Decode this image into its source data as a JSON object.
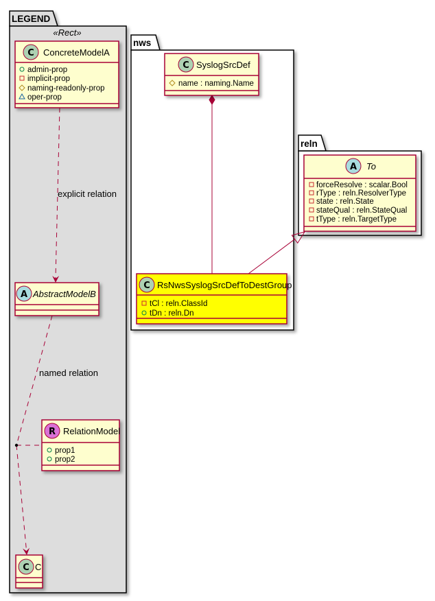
{
  "diagram": {
    "type": "uml-class-diagram"
  },
  "packages": {
    "legend": {
      "name": "LEGEND",
      "stereotype": "«Rect»"
    },
    "nws": {
      "name": "nws"
    },
    "reln": {
      "name": "reln"
    }
  },
  "classes": {
    "concrete_model_a": {
      "kind": "C",
      "name": "ConcreteModelA",
      "abstract": false,
      "attributes": [
        {
          "visibility": "public",
          "icon": "public-circle-icon",
          "text": "admin-prop"
        },
        {
          "visibility": "private",
          "icon": "private-square-icon",
          "text": "implicit-prop"
        },
        {
          "visibility": "protected",
          "icon": "protected-diamond-icon",
          "text": "naming-readonly-prop"
        },
        {
          "visibility": "package",
          "icon": "package-triangle-icon",
          "text": "oper-prop"
        }
      ]
    },
    "abstract_model_b": {
      "kind": "A",
      "name": "AbstractModelB",
      "abstract": true,
      "attributes": []
    },
    "relation_model": {
      "kind": "R",
      "name": "RelationModel",
      "abstract": false,
      "attributes": [
        {
          "visibility": "public",
          "icon": "public-circle-icon",
          "text": "prop1"
        },
        {
          "visibility": "public",
          "icon": "public-circle-icon",
          "text": "prop2"
        }
      ]
    },
    "c": {
      "kind": "C",
      "name": "C",
      "abstract": false,
      "attributes": []
    },
    "syslog_src_def": {
      "kind": "C",
      "name": "SyslogSrcDef",
      "abstract": false,
      "attributes": [
        {
          "visibility": "protected",
          "icon": "protected-diamond-icon",
          "text": "name : naming.Name"
        }
      ]
    },
    "to": {
      "kind": "A",
      "name": "To",
      "abstract": true,
      "attributes": [
        {
          "visibility": "private",
          "icon": "private-square-icon",
          "text": "forceResolve : scalar.Bool"
        },
        {
          "visibility": "private",
          "icon": "private-square-icon",
          "text": "rType : reln.ResolverType"
        },
        {
          "visibility": "private",
          "icon": "private-square-icon",
          "text": "state : reln.State"
        },
        {
          "visibility": "private",
          "icon": "private-square-icon",
          "text": "stateQual : reln.StateQual"
        },
        {
          "visibility": "private",
          "icon": "private-square-icon",
          "text": "tType : reln.TargetType"
        }
      ]
    },
    "rs_nws": {
      "kind": "C",
      "name": "RsNwsSyslogSrcDefToDestGroup",
      "abstract": false,
      "highlighted": true,
      "attributes": [
        {
          "visibility": "private",
          "icon": "private-square-icon",
          "text": "tCl : reln.ClassId"
        },
        {
          "visibility": "public",
          "icon": "public-circle-icon",
          "text": "tDn : reln.Dn"
        }
      ]
    }
  },
  "relations": [
    {
      "type": "dependency",
      "from": "ConcreteModelA",
      "to": "AbstractModelB",
      "label": "explicit relation"
    },
    {
      "type": "dependency",
      "from": "AbstractModelB",
      "to": "C",
      "label": "named relation",
      "association_class": "RelationModel"
    },
    {
      "type": "composition",
      "from": "SyslogSrcDef",
      "to": "RsNwsSyslogSrcDefToDestGroup",
      "label": ""
    },
    {
      "type": "generalization",
      "from": "RsNwsSyslogSrcDefToDestGroup",
      "to": "To",
      "label": ""
    }
  ],
  "colors": {
    "class_fill": "#FEFECE",
    "class_border": "#A80036",
    "highlight_fill": "#FFFF00",
    "legend_fill": "#DDDDDD",
    "package_fill": "#FFFFFF",
    "class_circle": "#ADD1B2",
    "abstract_circle": "#A9DCDF",
    "relation_circle": "#DA70D6"
  }
}
